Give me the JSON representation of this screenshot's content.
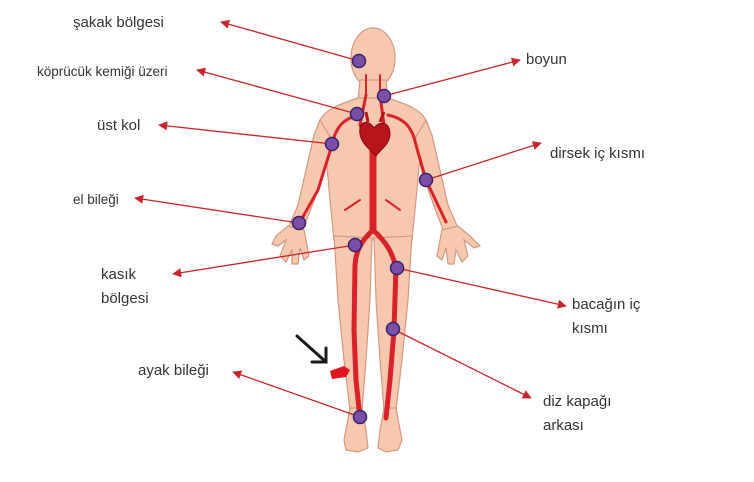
{
  "colors": {
    "skin": "#f6c8ae",
    "skin_stroke": "#d19a80",
    "artery": "#d9232b",
    "heart": "#b8141c",
    "pulse_point_fill": "#7a4fa8",
    "pulse_point_stroke": "#3c1f6b",
    "arrow": "#c8262e",
    "pointer_arrow": "#1a1a1a",
    "wound": "#e0141c"
  },
  "labels": {
    "temple": "şakak bölgesi",
    "collarbone": "köprücük kemiği üzeri",
    "upper_arm": "üst kol",
    "wrist": "el bileği",
    "groin_line1": "kasık",
    "groin_line2": "bölgesi",
    "ankle": "ayak  bileği",
    "neck": "boyun",
    "inner_elbow": "dirsek iç kısmı",
    "inner_leg_line1": "bacağın iç",
    "inner_leg_line2": "kısmı",
    "back_of_knee_line1": "diz kapağı",
    "back_of_knee_line2": "arkası"
  },
  "icons": {
    "pulse_point": "pulse-point-icon",
    "heart": "heart-icon",
    "pointer": "pointer-arrow-icon",
    "wound": "wound-icon"
  }
}
